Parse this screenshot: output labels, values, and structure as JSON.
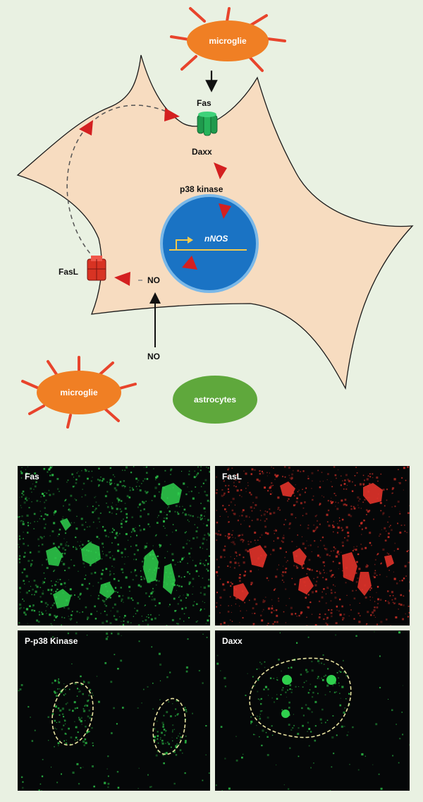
{
  "diagram": {
    "microglia_top": "microglie",
    "microglia_bottom": "microglie",
    "astrocytes": "astrocytes",
    "fas": "Fas",
    "daxx": "Daxx",
    "p38": "p38 kinase",
    "nnos": "nNOS",
    "fasl": "FasL",
    "no_inside": "NO",
    "no_outside": "NO"
  },
  "panels": {
    "fas": "Fas",
    "fasl": "FasL",
    "p38": "P-p38 Kinase",
    "daxx": "Daxx"
  },
  "colors": {
    "background": "#e9f1e2",
    "cell": "#f7dcc0",
    "microglia": "#f07f24",
    "astrocytes": "#5fa83c",
    "nucleus": "#1a73c4",
    "arrowhead": "#d42020",
    "receptor": "#1f9a4d",
    "fasl_receptor": "#d83323",
    "promoter_arrow": "#f2c94c",
    "fluor_green": "#2fd04d",
    "fluor_red": "#e2332a",
    "nucleus_outline": "#e8e2a0"
  }
}
